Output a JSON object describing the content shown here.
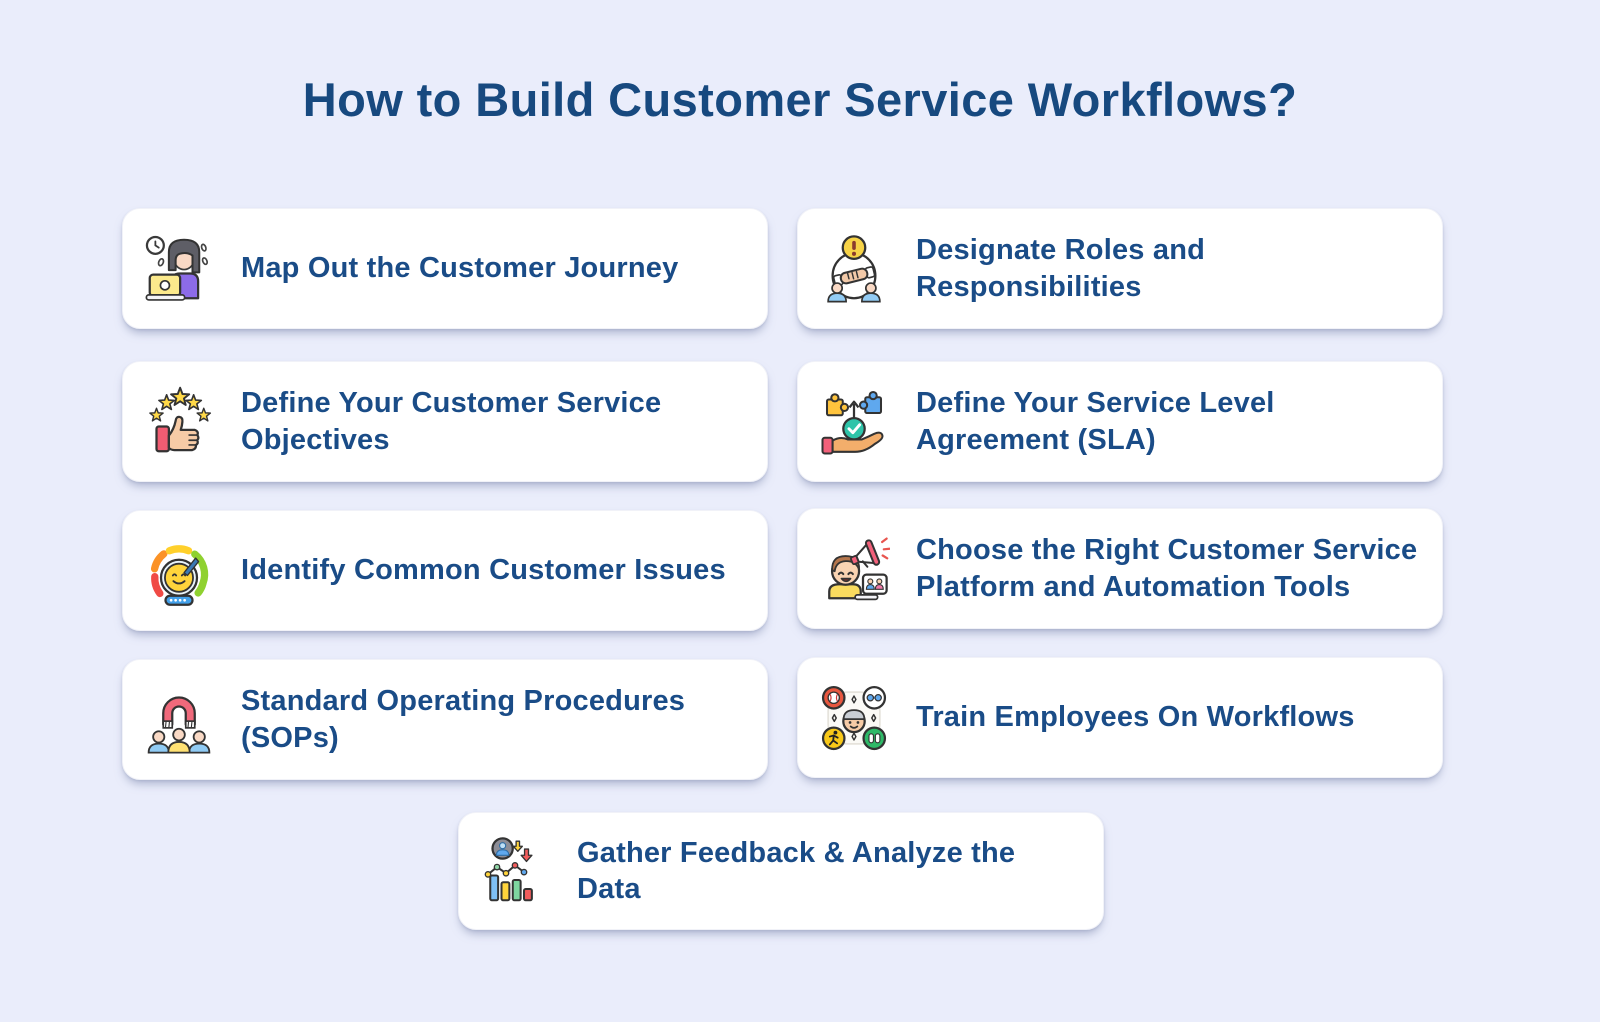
{
  "page": {
    "title": "How to Build Customer Service Workflows?"
  },
  "colors": {
    "background": "#EAEDFB",
    "card_background": "#FFFFFF",
    "title_text": "#17497F",
    "card_text": "#1A4C87"
  },
  "cards": [
    {
      "title": "Map Out the Customer Journey",
      "icon": "woman-at-laptop-icon"
    },
    {
      "title": "Designate Roles and Responsibilities",
      "icon": "handshake-roles-icon"
    },
    {
      "title": "Define Your Customer Service Objectives",
      "icon": "thumbs-up-stars-icon"
    },
    {
      "title": "Define Your Service Level Agreement (SLA)",
      "icon": "hand-puzzle-check-icon"
    },
    {
      "title": "Identify Common Customer Issues",
      "icon": "gauge-smiley-icon"
    },
    {
      "title": "Choose the Right Customer Service Platform and Automation Tools",
      "icon": "megaphone-support-agent-icon"
    },
    {
      "title": "Standard Operating Procedures (SOPs)",
      "icon": "magnet-people-icon"
    },
    {
      "title": "Train Employees On Workflows",
      "icon": "training-activities-icon"
    },
    {
      "title": "Gather Feedback & Analyze the Data",
      "icon": "feedback-analytics-icon"
    }
  ]
}
